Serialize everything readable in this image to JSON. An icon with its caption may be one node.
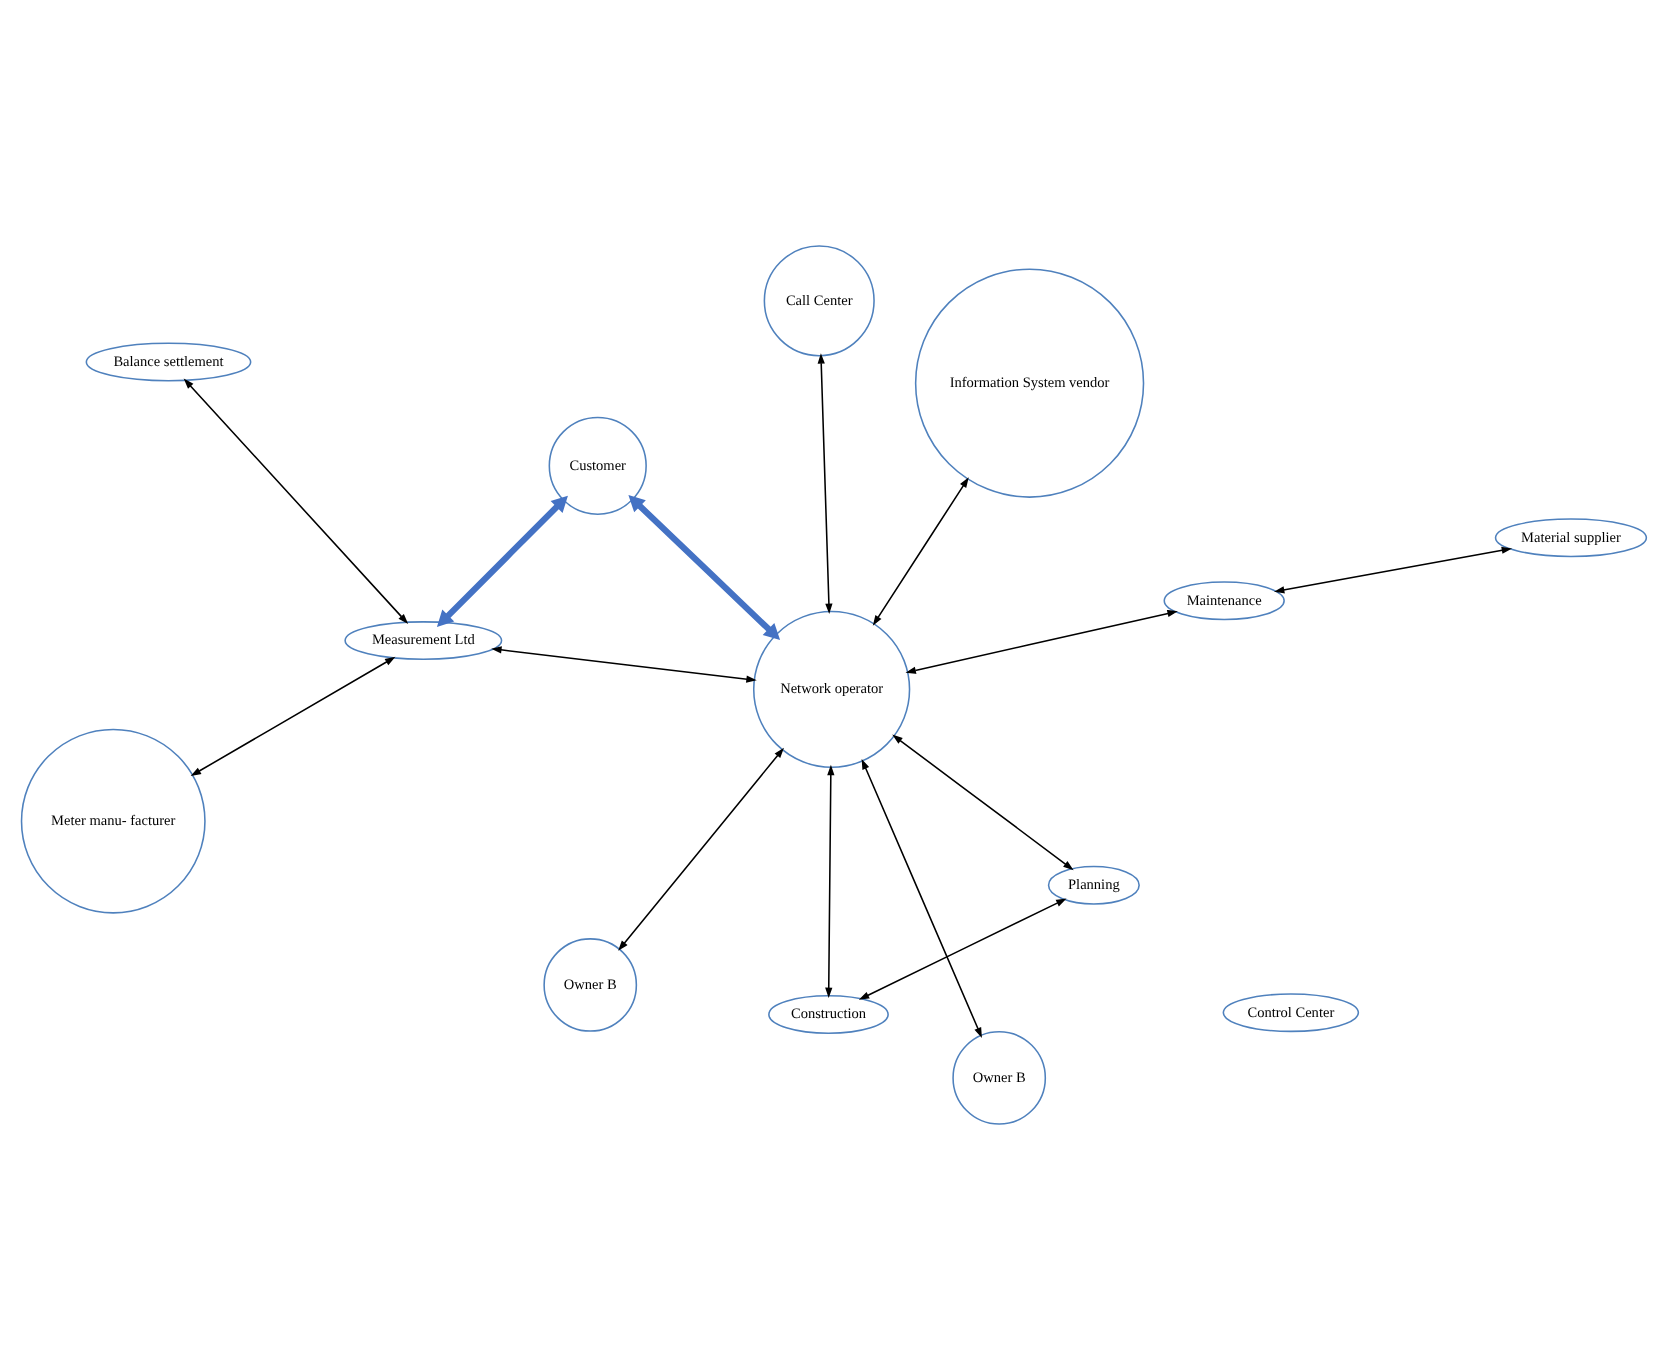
{
  "diagram": {
    "nodes": [
      {
        "text": [
          "Meter manu- facturer"
        ]
      },
      {
        "text": [
          "Customer"
        ]
      },
      {
        "text": [
          "Measurement Ltd"
        ]
      },
      {
        "text": [
          "Call Center"
        ]
      },
      {
        "text": [
          "Information System vendor"
        ]
      },
      {
        "text": [
          "Balance settlement"
        ]
      },
      {
        "text": [
          "Network operator"
        ]
      },
      {
        "text": [
          "Control Center"
        ]
      },
      {
        "text": [
          "Planning"
        ]
      },
      {
        "text": [
          "Material supplier"
        ]
      },
      {
        "text": [
          "Owner B"
        ]
      },
      {
        "text": [
          "Owner B"
        ]
      },
      {
        "text": [
          "Construction"
        ]
      },
      {
        "text": [
          "Maintenance"
        ]
      }
    ],
    "edges": [
      {
        "from": 0,
        "to": 2,
        "arrow": "both"
      },
      {
        "from": 2,
        "to": 1,
        "arrow": "both",
        "style": "thick",
        "color": "#4472c4"
      },
      {
        "from": 1,
        "to": 6,
        "arrow": "both",
        "style": "thick",
        "color": "#4472c4"
      },
      {
        "from": 2,
        "to": 5,
        "arrow": "both"
      },
      {
        "from": 2,
        "to": 6,
        "arrow": "both"
      },
      {
        "from": 3,
        "to": 6,
        "arrow": "both"
      },
      {
        "from": 4,
        "to": 6,
        "arrow": "both"
      },
      {
        "from": 6,
        "to": 8,
        "arrow": "both"
      },
      {
        "from": 6,
        "to": 12,
        "arrow": "both"
      },
      {
        "from": 6,
        "to": 10,
        "arrow": "both"
      },
      {
        "from": 6,
        "to": 11,
        "arrow": "both"
      },
      {
        "from": 6,
        "to": 13,
        "arrow": "both"
      },
      {
        "from": 8,
        "to": 12,
        "arrow": "both"
      },
      {
        "from": 9,
        "to": 13,
        "arrow": "both"
      }
    ]
  }
}
